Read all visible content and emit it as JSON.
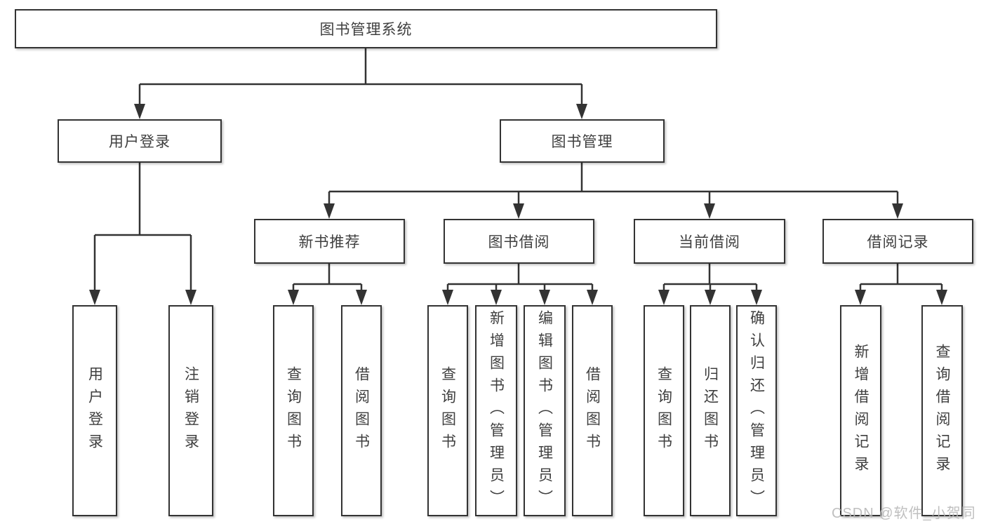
{
  "tree": {
    "root": {
      "label": "图书管理系统"
    },
    "branches": [
      {
        "label": "用户登录",
        "children": [
          {
            "label": "用户登录"
          },
          {
            "label": "注销登录"
          }
        ]
      },
      {
        "label": "图书管理",
        "children": [
          {
            "label": "新书推荐",
            "children": [
              {
                "label": "查询图书"
              },
              {
                "label": "借阅图书"
              }
            ]
          },
          {
            "label": "图书借阅",
            "children": [
              {
                "label": "查询图书"
              },
              {
                "label": "新增图书（管理员）"
              },
              {
                "label": "编辑图书（管理员）"
              },
              {
                "label": "借阅图书"
              }
            ]
          },
          {
            "label": "当前借阅",
            "children": [
              {
                "label": "查询图书"
              },
              {
                "label": "归还图书"
              },
              {
                "label": "确认归还（管理员）"
              }
            ]
          },
          {
            "label": "借阅记录",
            "children": [
              {
                "label": "新增借阅记录"
              },
              {
                "label": "查询借阅记录"
              }
            ]
          }
        ]
      }
    ]
  },
  "watermark": {
    "text": "CSDN @软件_小贺同学"
  },
  "colors": {
    "line": "#333333",
    "text": "#3f3f3f",
    "box_fill": "#ffffff",
    "background": "#ffffff",
    "watermark": "#b9b9b9"
  }
}
